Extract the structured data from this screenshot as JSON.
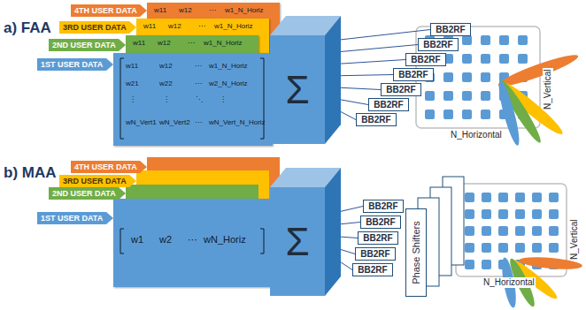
{
  "diagram": {
    "nodes": [
      {
        "text": [
          "4TH USER DATA"
        ]
      },
      {
        "text": [
          "3RD USER DATA"
        ]
      },
      {
        "text": [
          "2ND USER DATA"
        ]
      },
      {
        "text": [
          "1ST USER DATA"
        ]
      },
      {
        "text": [
          "w11",
          "w12",
          "⋯",
          "w1_N_Horiz"
        ]
      },
      {
        "text": [
          "w11",
          "w12",
          "⋯",
          "w1_N_Horiz"
        ]
      },
      {
        "text": [
          "w11",
          "w12",
          "⋯",
          "w1_N_Horiz"
        ]
      },
      {
        "text": [
          "w11",
          "w12",
          "⋯",
          "w1_N_Horiz",
          "w21",
          "w22",
          "⋯",
          "w2_N_Horiz",
          "⋮",
          "⋮",
          "⋱",
          "⋮",
          "wN_Vert1",
          "wN_Vert2",
          "⋯",
          "wN_Vert_N_Horiz"
        ]
      },
      {
        "text": [
          "Σ"
        ]
      },
      {
        "text": [
          "BB2RF"
        ]
      },
      {
        "text": [
          "BB2RF"
        ]
      },
      {
        "text": [
          "BB2RF"
        ]
      },
      {
        "text": [
          "BB2RF"
        ]
      },
      {
        "text": [
          "BB2RF"
        ]
      },
      {
        "text": [
          "BB2RF"
        ]
      },
      {
        "text": [
          "BB2RF"
        ]
      },
      {
        "text": [
          "4TH USER DATA"
        ]
      },
      {
        "text": [
          "3RD USER DATA"
        ]
      },
      {
        "text": [
          "2ND USER DATA"
        ]
      },
      {
        "text": [
          "1ST USER DATA"
        ]
      },
      {
        "text": [
          "w1",
          "w2",
          "⋯",
          "wN_Horiz"
        ]
      },
      {
        "text": [
          "Σ"
        ]
      },
      {
        "text": [
          "BB2RF"
        ]
      },
      {
        "text": [
          "BB2RF"
        ]
      },
      {
        "text": [
          "BB2RF"
        ]
      },
      {
        "text": [
          "BB2RF"
        ]
      },
      {
        "text": [
          "BB2RF"
        ]
      },
      {
        "text": [
          "Phase Shifters"
        ]
      }
    ],
    "edges": [
      {
        "from": 8,
        "to": 9,
        "arrow": "none"
      },
      {
        "from": 8,
        "to": 10,
        "arrow": "none"
      },
      {
        "from": 8,
        "to": 11,
        "arrow": "none"
      },
      {
        "from": 8,
        "to": 12,
        "arrow": "none"
      },
      {
        "from": 8,
        "to": 13,
        "arrow": "none"
      },
      {
        "from": 8,
        "to": 14,
        "arrow": "none"
      },
      {
        "from": 8,
        "to": 15,
        "arrow": "none"
      },
      {
        "from": 21,
        "to": 22,
        "arrow": "none"
      },
      {
        "from": 21,
        "to": 23,
        "arrow": "none"
      },
      {
        "from": 21,
        "to": 24,
        "arrow": "none"
      },
      {
        "from": 21,
        "to": 25,
        "arrow": "none"
      },
      {
        "from": 21,
        "to": 26,
        "arrow": "none"
      }
    ],
    "labels": [
      "a) FAA",
      "N_Vertical",
      "N_Horizontal",
      "b) MAA",
      "N_Vertical",
      "N_Horizontal"
    ]
  }
}
